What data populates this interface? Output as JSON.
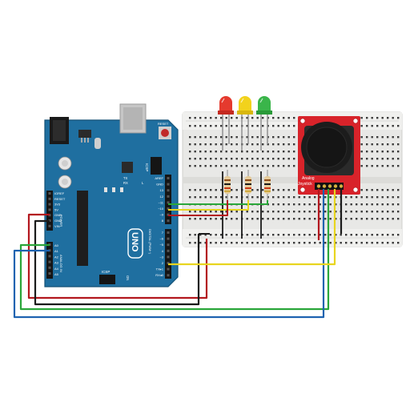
{
  "board": {
    "brand_label": "UNO",
    "header_power": "POWER",
    "header_analog": "ANALOG IN",
    "header_digital": "DIGITAL (PWM~)",
    "label_icsp_top": "ICSP",
    "label_icsp_bottom": "ICSP",
    "label_tx": "TX",
    "label_rx": "RX",
    "label_l": "L",
    "label_on": "ON",
    "label_reset_btn": "RESET",
    "power_pins": [
      "IOREF",
      "RESET",
      "3V3",
      "5V",
      "GND",
      "GND",
      "VIN"
    ],
    "analog_pins": [
      "A0",
      "A1",
      "A2",
      "A3",
      "A4",
      "A5"
    ],
    "digital_pins_upper": [
      "AREF",
      "GND",
      "13",
      "12",
      "~11",
      "~10",
      "~9",
      "8"
    ],
    "digital_pins_lower": [
      "7",
      "~6",
      "~5",
      "4",
      "~3",
      "2",
      "TX▸1",
      "RX◂0"
    ]
  },
  "joystick": {
    "label_line1": "Analog",
    "label_line2": "Joystick"
  },
  "leds": [
    {
      "name": "red",
      "color": "#e53a2e"
    },
    {
      "name": "yellow",
      "color": "#f2d21c"
    },
    {
      "name": "green",
      "color": "#3ab54a"
    }
  ],
  "colors": {
    "board_blue": "#1f6fa0",
    "board_edge": "#145276",
    "breadboard": "#e8e8e6",
    "wire_red": "#b3171e",
    "wire_black": "#1a1a1a",
    "wire_green": "#2aa63a",
    "wire_blue": "#1e63b0",
    "wire_yellow": "#e8d51f",
    "joystick_red": "#d8232a"
  }
}
